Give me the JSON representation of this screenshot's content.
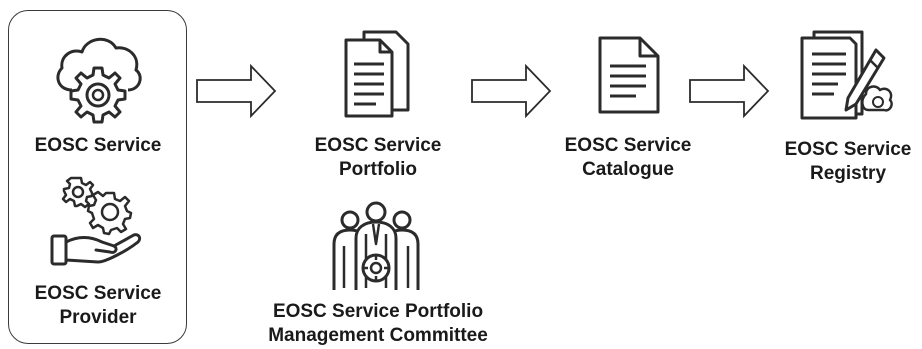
{
  "provider_box": {
    "service_label": "EOSC Service",
    "provider_label_line1": "EOSC Service",
    "provider_label_line2": "Provider"
  },
  "portfolio": {
    "line1": "EOSC Service",
    "line2": "Portfolio"
  },
  "catalogue": {
    "line1": "EOSC Service",
    "line2": "Catalogue"
  },
  "registry": {
    "line1": "EOSC Service",
    "line2": "Registry"
  },
  "committee": {
    "line1": "EOSC Service Portfolio",
    "line2": "Management Committee"
  },
  "icons": {
    "cloud": "cloud-gear-icon",
    "provider": "hand-gears-icon",
    "portfolio": "documents-icon",
    "catalogue": "document-icon",
    "registry": "registry-document-icon",
    "committee": "committee-people-icon"
  },
  "colors": {
    "stroke": "#2b2b2b",
    "text": "#1a1a1a",
    "background": "#ffffff"
  }
}
